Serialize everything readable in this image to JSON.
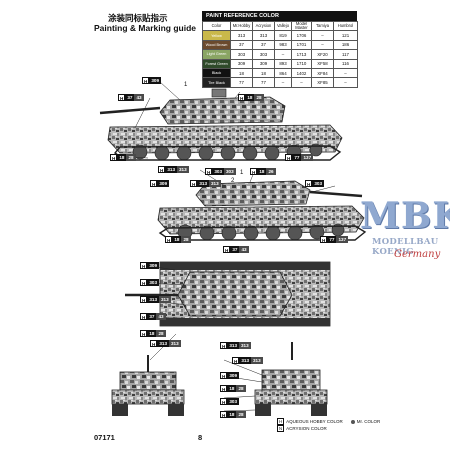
{
  "header": {
    "title_cn": "涂装同标贴指示",
    "title_en": "Painting & Marking guide"
  },
  "paint_table": {
    "title": "PAINT  REFERENCE COLOR",
    "columns": [
      "Color",
      "Mr.Hobby",
      "Acrysion",
      "Vallejo",
      "Model Master",
      "Tamiya",
      "Humbrol"
    ],
    "rows": [
      {
        "color": "Yellow",
        "swatch": "#c9b84a",
        "mrhobby": "313",
        "acrysion": "313",
        "vallejo": "819",
        "model_master": "1706",
        "tamiya": "–",
        "humbrol": "121"
      },
      {
        "color": "Wood Brown",
        "swatch": "#6b4a2d",
        "mrhobby": "37",
        "acrysion": "37",
        "vallejo": "983",
        "model_master": "1701",
        "tamiya": "–",
        "humbrol": "186"
      },
      {
        "color": "Light Green",
        "swatch": "#8aa564",
        "mrhobby": "303",
        "acrysion": "303",
        "vallejo": "–",
        "model_master": "1713",
        "tamiya": "XF20",
        "humbrol": "117"
      },
      {
        "color": "Forest Green",
        "swatch": "#2f4a2a",
        "mrhobby": "309",
        "acrysion": "309",
        "vallejo": "893",
        "model_master": "1710",
        "tamiya": "XF58",
        "humbrol": "116"
      },
      {
        "color": "Black",
        "swatch": "#111111",
        "mrhobby": "18",
        "acrysion": "18",
        "vallejo": "864",
        "model_master": "1402",
        "tamiya": "XF84",
        "humbrol": "–"
      },
      {
        "color": "Tire Black",
        "swatch": "#222222",
        "mrhobby": "77",
        "acrysion": "77",
        "vallejo": "–",
        "model_master": "–",
        "tamiya": "XF85",
        "humbrol": "–"
      }
    ]
  },
  "callouts": {
    "h309": "309",
    "h37": "37",
    "h18": "18",
    "h313": "313",
    "h303": "303",
    "h77": "77",
    "h137": "137",
    "h43": "43",
    "h28": "28",
    "h26": "26",
    "h35": "35",
    "l_h": "H",
    "l_n": "N"
  },
  "callout_numbers": {
    "one": "1",
    "two": "2"
  },
  "legend": {
    "h_label": "H",
    "h_text": "AQUEOUS HOBBY COLOR",
    "n_label": "N",
    "n_text": "ACRYSION COLOR",
    "mr_text": "Mr. COLOR"
  },
  "logo": {
    "main": "MBK",
    "sub": "MODELLBAU KOENIG",
    "country": "Germany"
  },
  "footer": {
    "code": "07171",
    "page": "8"
  },
  "colors": {
    "camo_light": "#c8c8c8",
    "camo_mid": "#8a8a8a",
    "camo_dark": "#4a4a4a",
    "logo_blue": "#8fa8d0",
    "logo_red": "#c04040"
  }
}
